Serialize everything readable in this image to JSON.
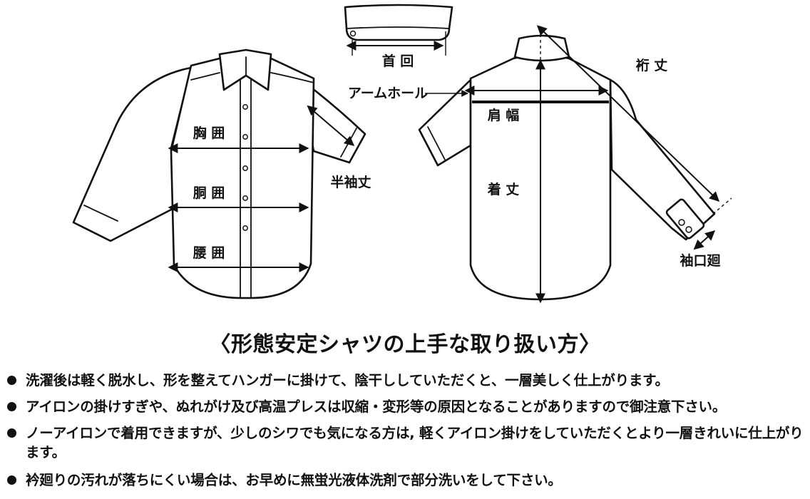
{
  "diagram": {
    "labels": {
      "neck": "首 回",
      "yuki": "裄 丈",
      "armhole": "アームホール",
      "chest": "胸 囲",
      "waist": "胴 囲",
      "hip": "腰 囲",
      "half_sleeve": "半袖丈",
      "shoulder": "肩 幅",
      "length": "着 丈",
      "cuff": "袖口廻"
    }
  },
  "care": {
    "title": "〈形態安定シャツの上手な取り扱い方〉",
    "items": [
      "洗濯後は軽く脱水し、形を整えてハンガーに掛けて、陰干ししていただくと、一層美しく仕上がります。",
      "アイロンの掛けすぎや、ぬれがけ及び高温プレスは収縮・変形等の原因となることがありますので御注意下さい。",
      "ノーアイロンで着用できますが、少しのシワでも気になる方は, 軽くアイロン掛けをしていただくとより一層きれいに仕上がります。",
      "衿廻りの汚れが落ちにくい場合は、お早めに無蛍光液体洗剤で部分洗いをして下さい。"
    ]
  }
}
